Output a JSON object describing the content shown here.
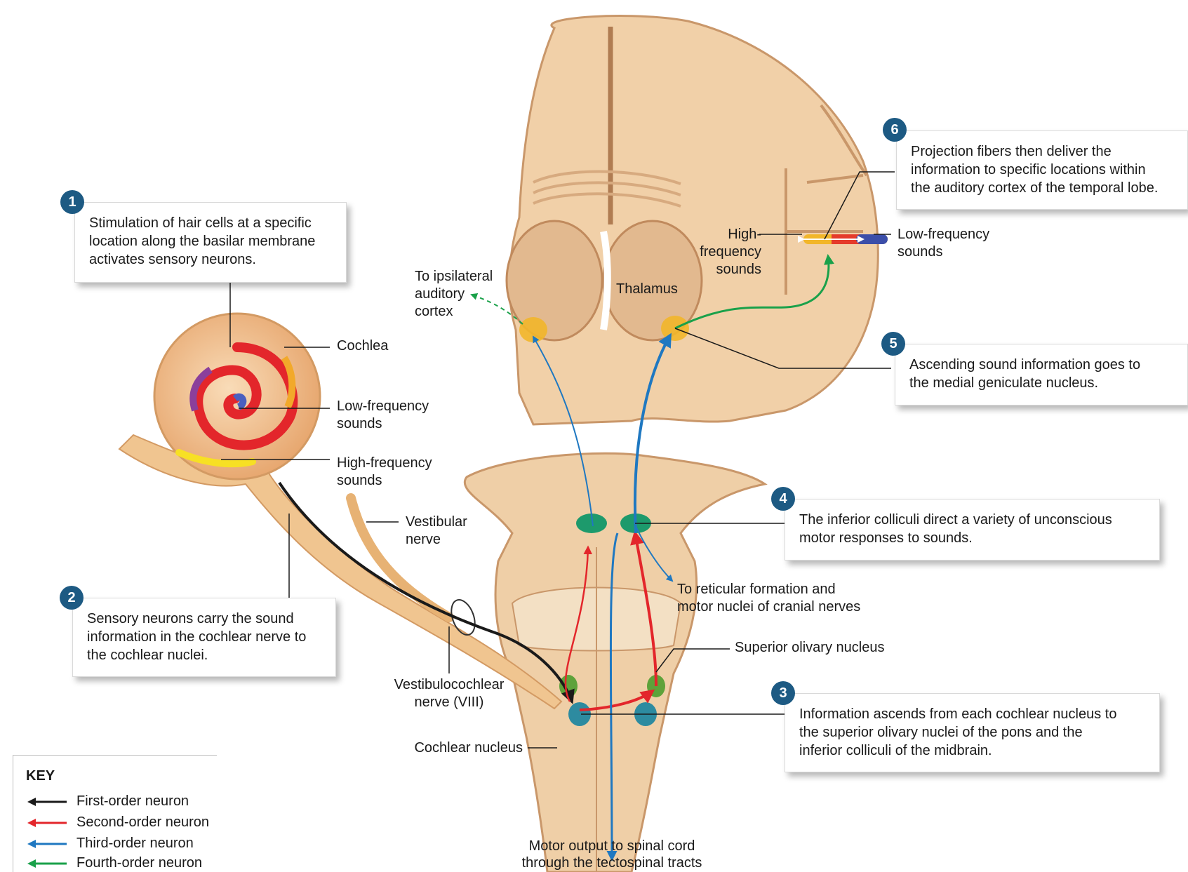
{
  "colors": {
    "first_order": "#1a1a1a",
    "second_order": "#e3262b",
    "third_order": "#1f78c1",
    "fourth_order": "#1aa14a",
    "badge": "#1d5a83",
    "tissue": "#f3d3ac",
    "tissue_dark": "#d9ad80"
  },
  "labels": {
    "cochlea": "Cochlea",
    "low_freq_cochlea": "Low-frequency\nsounds",
    "high_freq_cochlea": "High-frequency\nsounds",
    "vestibular_nerve": "Vestibular\nnerve",
    "vestibulocochlear_nerve": "Vestibulocochlear\nnerve (VIII)",
    "cochlear_nucleus": "Cochlear nucleus",
    "superior_olivary": "Superior olivary nucleus",
    "reticular": "To reticular formation and\nmotor nuclei of cranial nerves",
    "motor_output": "Motor output to spinal cord\nthrough the tectospinal tracts",
    "ipsilateral": "To ipsilateral\nauditory\ncortex",
    "thalamus": "Thalamus",
    "high_freq_cortex": "High-\nfrequency\nsounds",
    "low_freq_cortex": "Low-frequency\nsounds"
  },
  "steps": [
    {
      "num": "1",
      "text": "Stimulation of hair cells at a specific\nlocation along the basilar membrane\nactivates sensory neurons."
    },
    {
      "num": "2",
      "text": "Sensory neurons carry the sound\ninformation in the cochlear nerve to\nthe cochlear nuclei."
    },
    {
      "num": "3",
      "text": "Information ascends from each cochlear nucleus to\nthe superior olivary nuclei of the pons and the\ninferior colliculi of the midbrain."
    },
    {
      "num": "4",
      "text": "The inferior colliculi direct a variety of unconscious\nmotor responses to sounds."
    },
    {
      "num": "5",
      "text": "Ascending sound information goes to\nthe medial geniculate nucleus."
    },
    {
      "num": "6",
      "text": "Projection fibers then deliver the\ninformation to specific locations within\nthe auditory cortex of the temporal lobe."
    }
  ],
  "key": {
    "title": "KEY",
    "items": [
      {
        "label": "First-order neuron",
        "color": "#1a1a1a"
      },
      {
        "label": "Second-order neuron",
        "color": "#e3262b"
      },
      {
        "label": "Third-order neuron",
        "color": "#1f78c1"
      },
      {
        "label": "Fourth-order neuron",
        "color": "#1aa14a"
      }
    ]
  }
}
